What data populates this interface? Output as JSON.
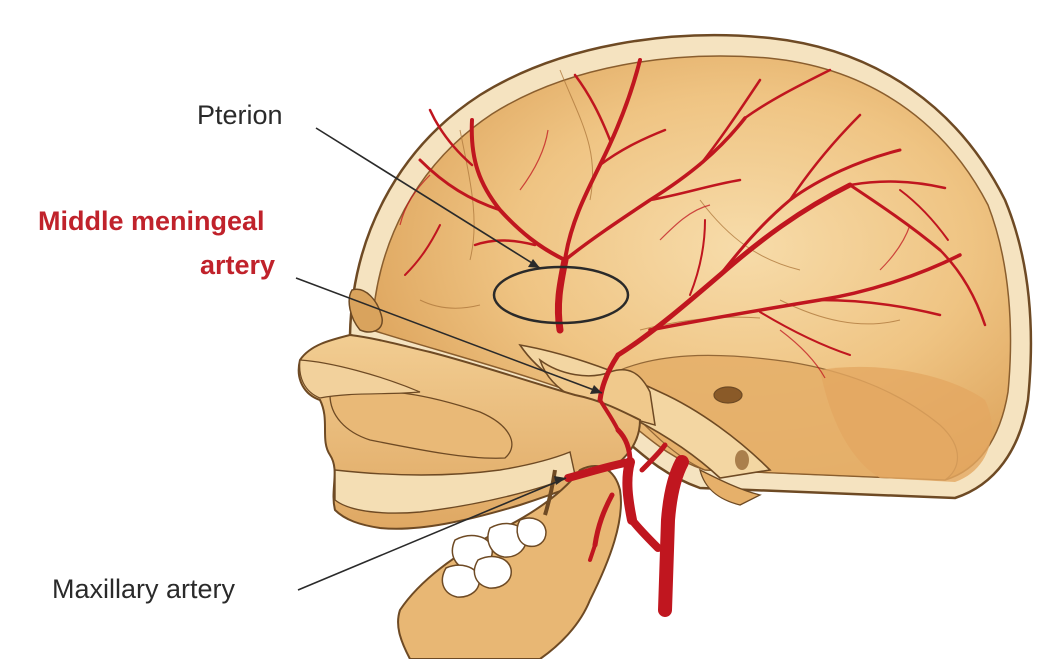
{
  "labels": {
    "pterion": "Pterion",
    "middle_meningeal_line1": "Middle meningeal",
    "middle_meningeal_line2": "artery",
    "maxillary": "Maxillary artery"
  },
  "colors": {
    "artery": "#c0161f",
    "bone": "#eab872",
    "bone_light": "#f3d39c",
    "bone_shadow": "#d69a52",
    "outline": "#6e4a24",
    "highlight_label": "#c0222b",
    "text": "#2a2a2a"
  }
}
